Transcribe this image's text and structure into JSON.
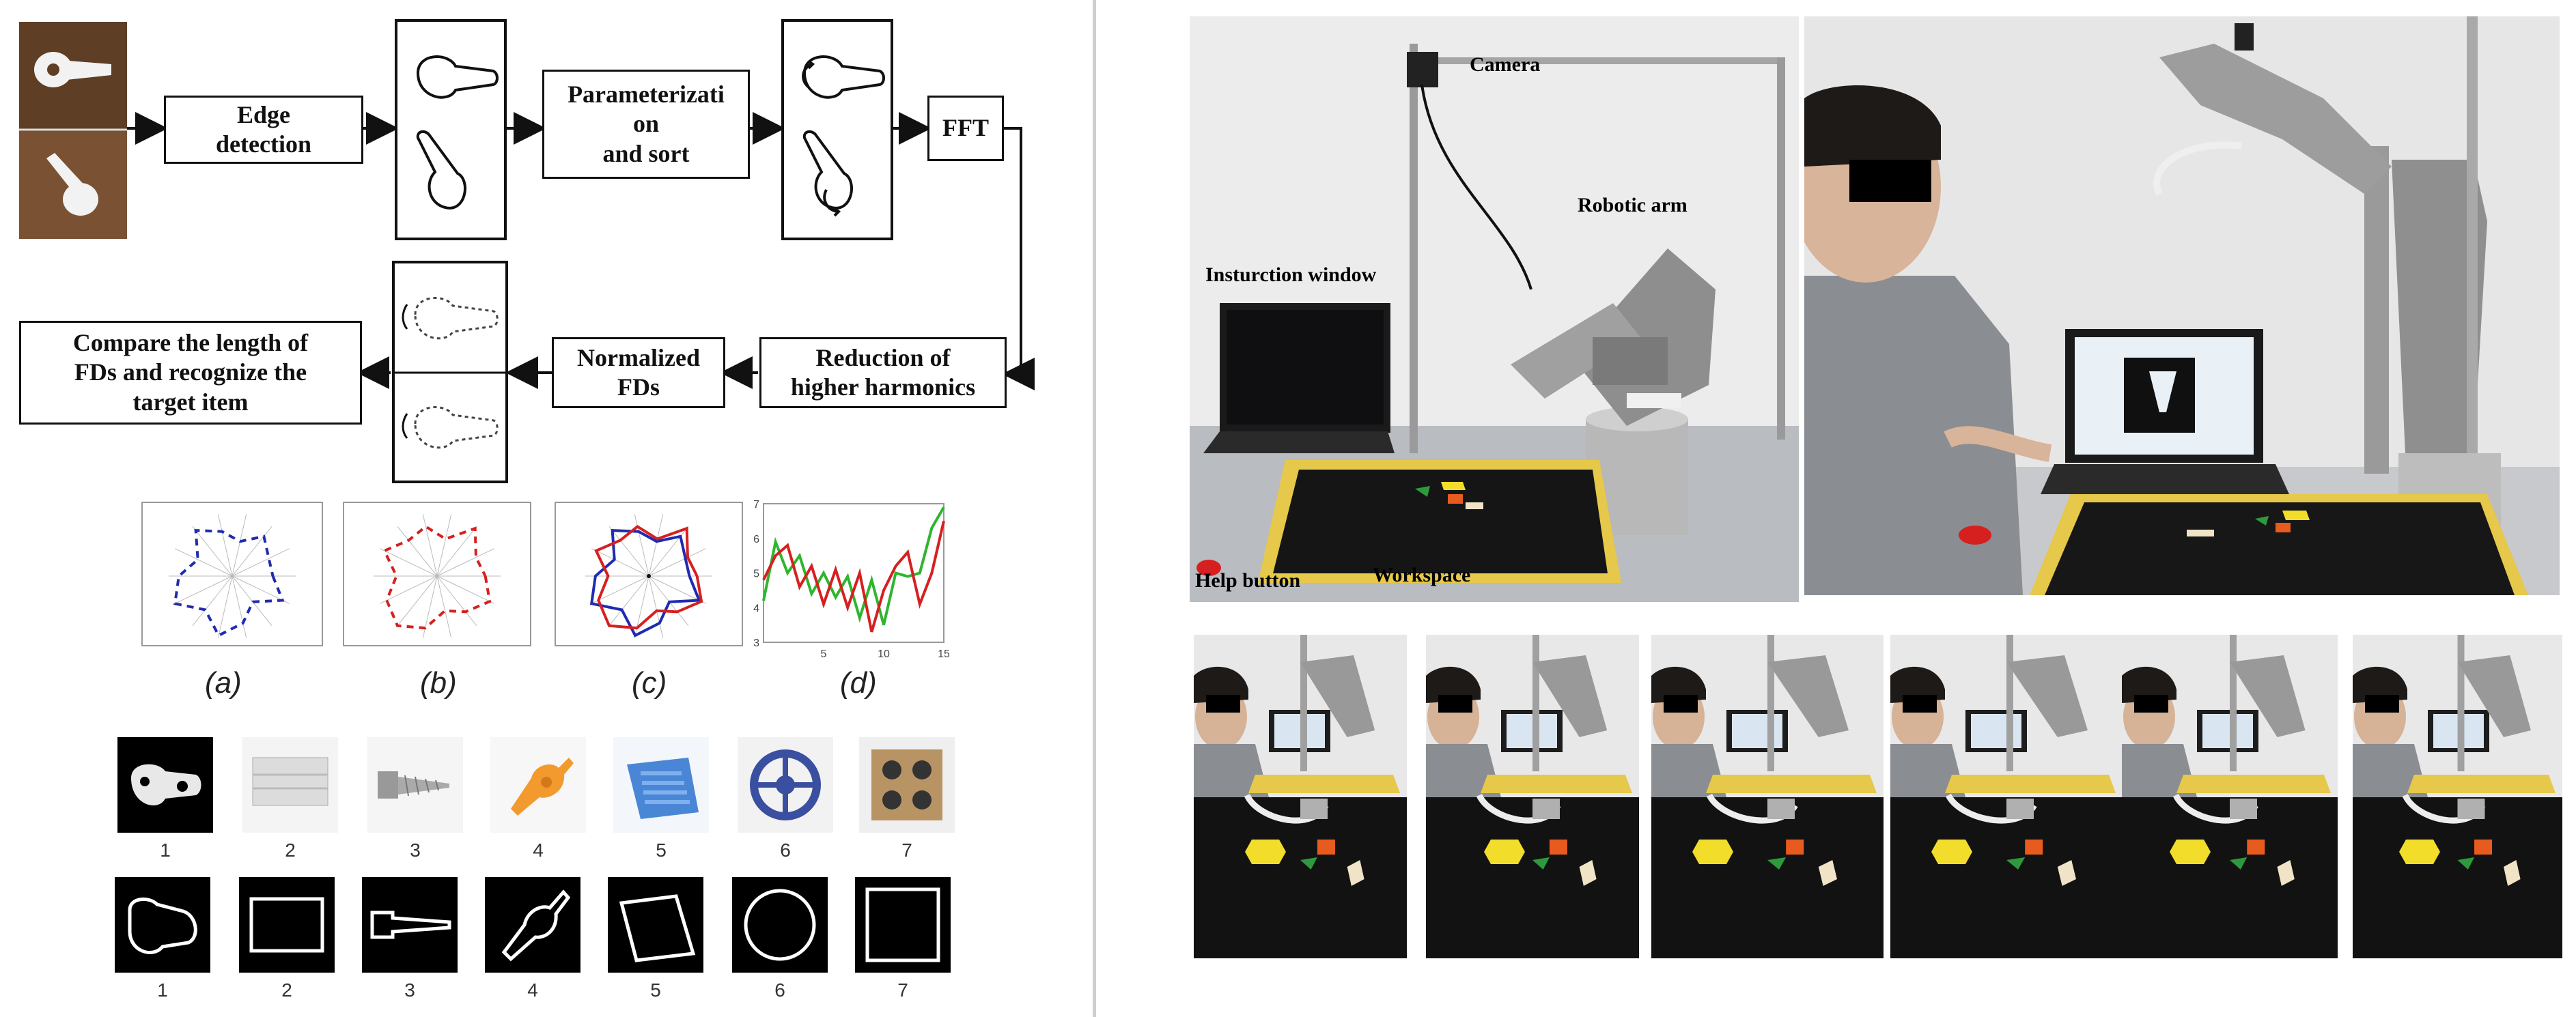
{
  "flow": {
    "edge_detection": "Edge\ndetection",
    "parameterization": "Parameterizati\non\nand sort",
    "fft": "FFT",
    "reduction": "Reduction of\nhigher harmonics",
    "normalized": "Normalized\nFDs",
    "compare": "Compare the length of\nFDs and recognize the\ntarget item"
  },
  "plots": {
    "captions": [
      "(a)",
      "(b)",
      "(c)",
      "(d)"
    ],
    "colors": {
      "blue": "#1f2bb0",
      "red": "#d62020",
      "green": "#2fb52f",
      "grid": "#bbbbbb"
    }
  },
  "chart_data": {
    "type": "line",
    "x": [
      0,
      1,
      2,
      3,
      4,
      5,
      6,
      7,
      8,
      9,
      10,
      11,
      12,
      13,
      14,
      15
    ],
    "ylim": [
      3,
      7
    ],
    "xlim": [
      0,
      15
    ],
    "xticks": [
      "5",
      "10",
      "15"
    ],
    "yticks": [
      "3",
      "4",
      "5",
      "6",
      "7"
    ],
    "series": [
      {
        "values": [
          4.2,
          5.9,
          5.0,
          5.5,
          4.4,
          5.0,
          4.3,
          4.9,
          3.7,
          4.8,
          3.5,
          5.0,
          4.9,
          5.0,
          6.3,
          6.9
        ]
      },
      {
        "values": [
          4.8,
          5.5,
          5.8,
          4.6,
          5.2,
          4.1,
          5.1,
          4.0,
          5.0,
          3.3,
          4.5,
          5.2,
          5.6,
          4.1,
          5.0,
          6.5
        ]
      }
    ]
  },
  "items": {
    "numbers": [
      "1",
      "2",
      "3",
      "4",
      "5",
      "6",
      "7"
    ]
  },
  "photo_labels": {
    "camera": "Camera",
    "robotic_arm": "Robotic arm",
    "instruction_window": "Insturction window",
    "help_button": "Help button",
    "workspace": "Workspace"
  }
}
